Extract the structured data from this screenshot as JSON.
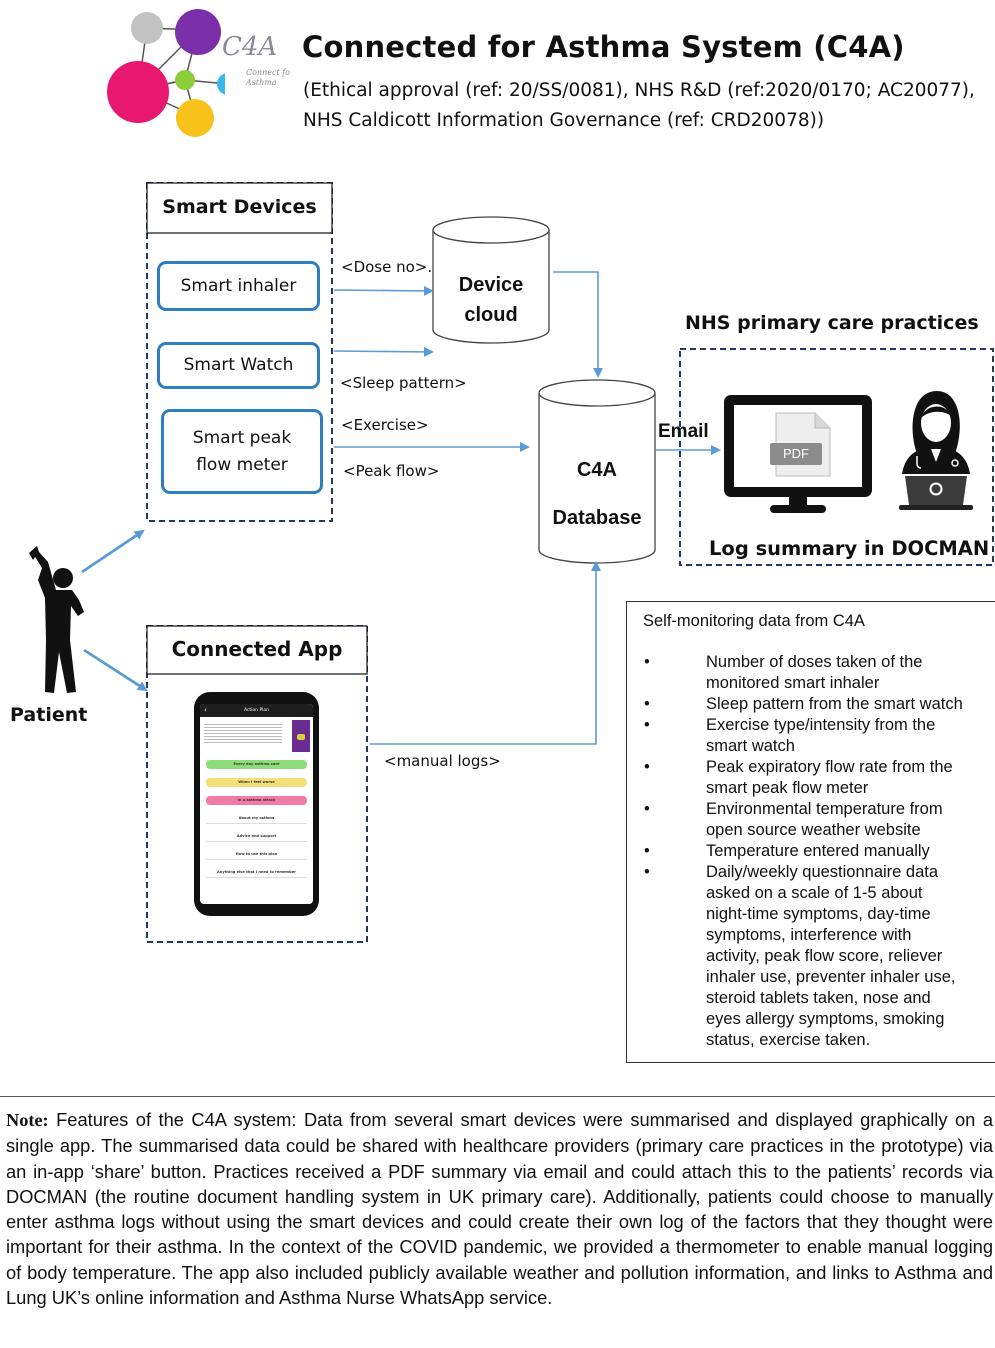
{
  "header": {
    "logo_text": "C4A",
    "logo_tagline": "Connect fo Asthma",
    "title": "Connected for Asthma System (C4A)",
    "subtitle_line1": "(Ethical approval (ref: 20/SS/0081), NHS R&D (ref:2020/0170; AC20077),",
    "subtitle_line2": "NHS Caldicott Information Governance (ref: CRD20078))"
  },
  "smart_devices": {
    "title": "Smart Devices",
    "inhaler": "Smart inhaler",
    "watch": "Smart Watch",
    "peak_line1": "Smart peak",
    "peak_line2": "flow meter"
  },
  "flows": {
    "dose": "<Dose no>.",
    "sleep": "<Sleep pattern>",
    "exercise": "<Exercise>",
    "peak": "<Peak flow>",
    "manual": "<manual logs>",
    "email": "Email"
  },
  "device_cloud": {
    "line1": "Device",
    "line2": "cloud"
  },
  "database": {
    "line1": "C4A",
    "line2": "Database"
  },
  "nhs": {
    "title": "NHS primary care practices",
    "pdf_label": "PDF",
    "log_summary": "Log summary in DOCMAN"
  },
  "patient": {
    "label": "Patient"
  },
  "app": {
    "title": "Connected App",
    "screen_title": "Action Plan",
    "menu": [
      {
        "label": "Every day asthma care",
        "color": "#8fdc7a"
      },
      {
        "label": "When I feel worse",
        "color": "#f4e07a"
      },
      {
        "label": "In a asthma attack",
        "color": "#f07aa8"
      }
    ],
    "plain_rows": [
      "About my asthma",
      "Advice and support",
      "How to use this plan",
      "Anything else that I need to remember"
    ]
  },
  "self_monitoring": {
    "title": "Self-monitoring data from C4A",
    "items": [
      [
        "Number of doses taken of the",
        "monitored smart inhaler"
      ],
      [
        "Sleep pattern from the smart watch"
      ],
      [
        "Exercise type/intensity from the",
        "smart watch"
      ],
      [
        "Peak expiratory flow rate from the",
        "smart peak flow meter"
      ],
      [
        "Environmental temperature from",
        "open source weather website"
      ],
      [
        "Temperature entered manually"
      ],
      [
        "Daily/weekly questionnaire data",
        "asked on a scale of 1-5 about",
        "night-time symptoms, day-time",
        "symptoms, interference with",
        "activity,  peak flow score, reliever",
        "inhaler use, preventer inhaler use,",
        "steroid tablets taken, nose and",
        "eyes allergy symptoms, smoking",
        "status, exercise taken."
      ]
    ]
  },
  "note": {
    "lead": "Note:",
    "text": " Features of the C4A system: Data from several smart devices were summarised and displayed graphically on a single app. The summarised data could be shared with healthcare providers (primary care practices in the prototype) via an in-app ‘share’ button. Practices received a PDF summary via email and could attach this to the patients’ records via DOCMAN (the routine document handling system in UK primary care). Additionally, patients could choose to manually enter asthma logs without using the smart devices and could create their own log of the factors that they thought were important for their asthma.  In the context of the COVID pandemic, we provided a thermometer to enable manual logging of body temperature. The app also included publicly available weather and pollution information, and links to Asthma and Lung UK’s online information and Asthma Nurse WhatsApp service."
  },
  "colors": {
    "arrow_blue": "#5b9bd5",
    "device_border": "#2e7fc0",
    "dashed_border": "#1f3864",
    "logo_gray": "#c2c2c2",
    "logo_purple": "#7b2fa8",
    "logo_pink": "#e8176f",
    "logo_green": "#8ccd3c",
    "logo_cyan": "#38b6ea",
    "logo_yellow": "#f7c21a"
  }
}
